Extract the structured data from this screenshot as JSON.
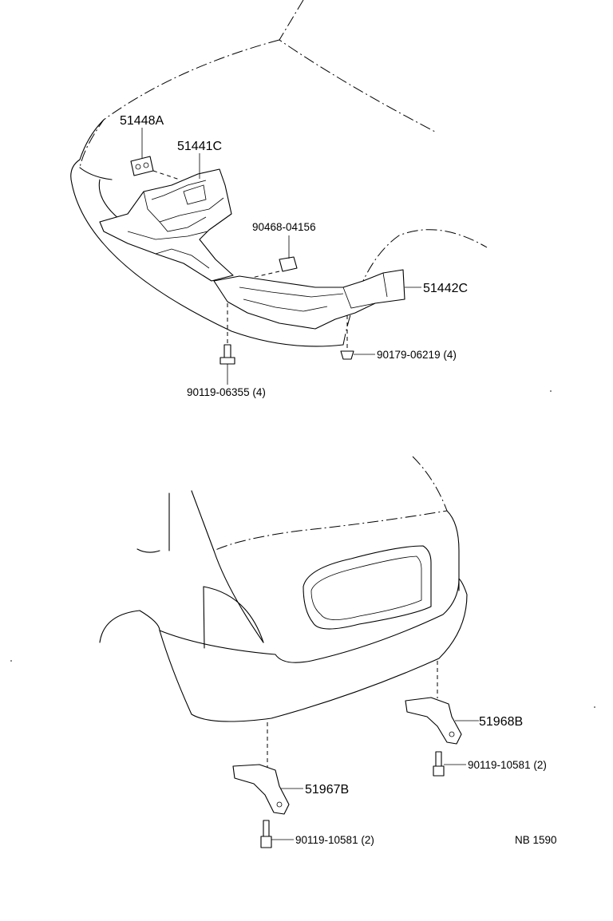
{
  "callouts": {
    "p51448a": "51448A",
    "p51441c": "51441C",
    "p90468": "90468-04156",
    "p51442c": "51442C",
    "p90179": "90179-06219 (4)",
    "p90119_front": "90119-06355 (4)",
    "p51968b": "51968B",
    "p90119_r1": "90119-10581 (2)",
    "p51967b": "51967B",
    "p90119_r2": "90119-10581 (2)"
  },
  "figure_code": "NB 1590"
}
